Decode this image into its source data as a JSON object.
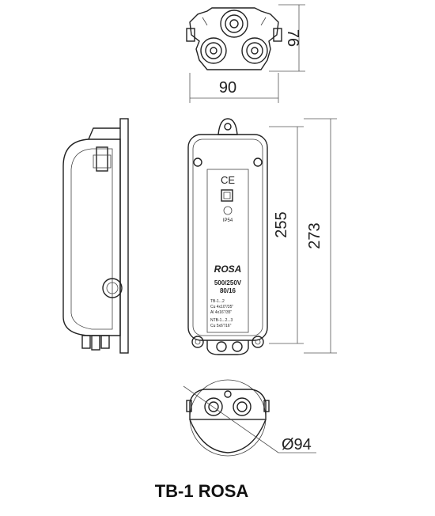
{
  "dimensions": {
    "top_height": "76",
    "top_width": "90",
    "front_height_inner": "255",
    "front_height_total": "273",
    "bottom_diameter": "Ø94"
  },
  "label_plate": {
    "ce_mark": "CE",
    "ip_rating": "IP54",
    "brand": "ROSA",
    "rating_voltage": "500/250V",
    "rating_current": "80/16",
    "spec_line_1": "TB-1...2",
    "spec_line_2": "Cu 4x10\"/35\"",
    "spec_line_3": "Al 4x16\"/35\"",
    "spec_line_4": "NTB-1...2...3",
    "spec_line_5": "Cu 5x6\"/16\""
  },
  "caption": "TB-1 ROSA"
}
